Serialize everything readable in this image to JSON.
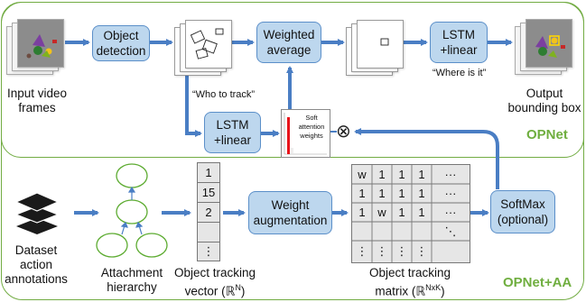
{
  "blocks": {
    "object_detection": "Object\ndetection",
    "weighted_average": "Weighted\naverage",
    "lstm_where": "LSTM\n+linear",
    "lstm_who": "LSTM\n+linear",
    "weight_augmentation": "Weight\naugmentation",
    "softmax": "SoftMax\n(optional)"
  },
  "labels": {
    "input_video": "Input video\nframes",
    "output_bbox": "Output\nbounding box",
    "where_is_it": "“Where is it”",
    "who_to_track": "“Who to track”",
    "soft_attention": "Soft\nattention\nweights",
    "dataset": "Dataset\naction\nannotations",
    "attachment": "Attachment\nhierarchy",
    "tracking_vector": "Object tracking\nvector (ℝ",
    "tracking_vector_sup": "N",
    "tracking_vector_end": ")",
    "tracking_matrix": "Object tracking\nmatrix (ℝ",
    "tracking_matrix_sup": "NxK",
    "tracking_matrix_end": ")"
  },
  "regions": {
    "opnet": "OPNet",
    "opnet_aa": "OPNet+AA"
  },
  "tracking_vector_values": [
    "1",
    "15",
    "2",
    "",
    "⋮"
  ],
  "tracking_matrix_rows": [
    [
      "w",
      "1",
      "1",
      "1",
      "···"
    ],
    [
      "1",
      "1",
      "1",
      "1",
      "···"
    ],
    [
      "1",
      "w",
      "1",
      "1",
      "···"
    ],
    [
      "",
      "",
      "",
      "",
      "⋱"
    ],
    [
      "⋮",
      "⋮",
      "⋮",
      "⋮",
      ""
    ]
  ],
  "symbols": {
    "multiply": "⊗"
  },
  "colors": {
    "block_fill": "#bdd7ee",
    "arrow": "#4a7ec4",
    "region_border": "#72ac43",
    "attention_bar": "#e8141b"
  }
}
